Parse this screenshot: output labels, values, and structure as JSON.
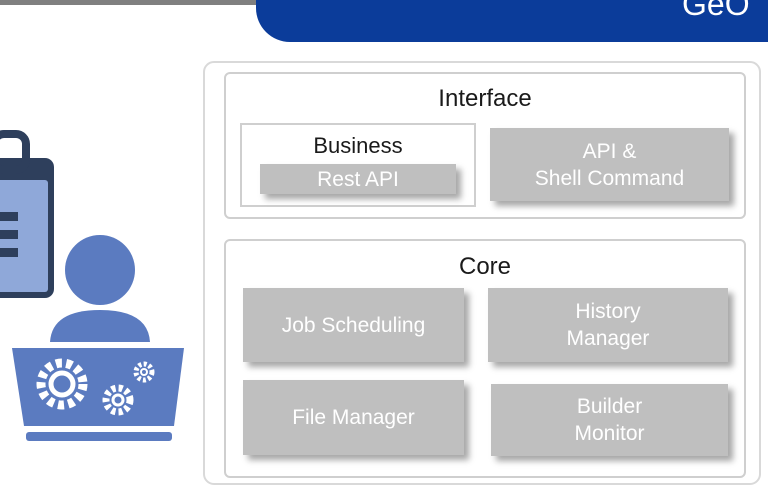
{
  "banner": {
    "title": "GeO"
  },
  "interface": {
    "title": "Interface",
    "business": {
      "title": "Business",
      "rest_api": "Rest API"
    },
    "api_shell": {
      "line1": "API &",
      "line2": "Shell Command"
    }
  },
  "core": {
    "title": "Core",
    "job_scheduling": "Job Scheduling",
    "history_manager": {
      "line1": "History",
      "line2": "Manager"
    },
    "file_manager": "File Manager",
    "builder_monitor": {
      "line1": "Builder",
      "line2": "Monitor"
    }
  },
  "colors": {
    "banner": "#0b3c9a",
    "box_fill": "#bfbfbf",
    "illustration_blue": "#5b7bc0",
    "illustration_dark": "#2e3f5c"
  }
}
